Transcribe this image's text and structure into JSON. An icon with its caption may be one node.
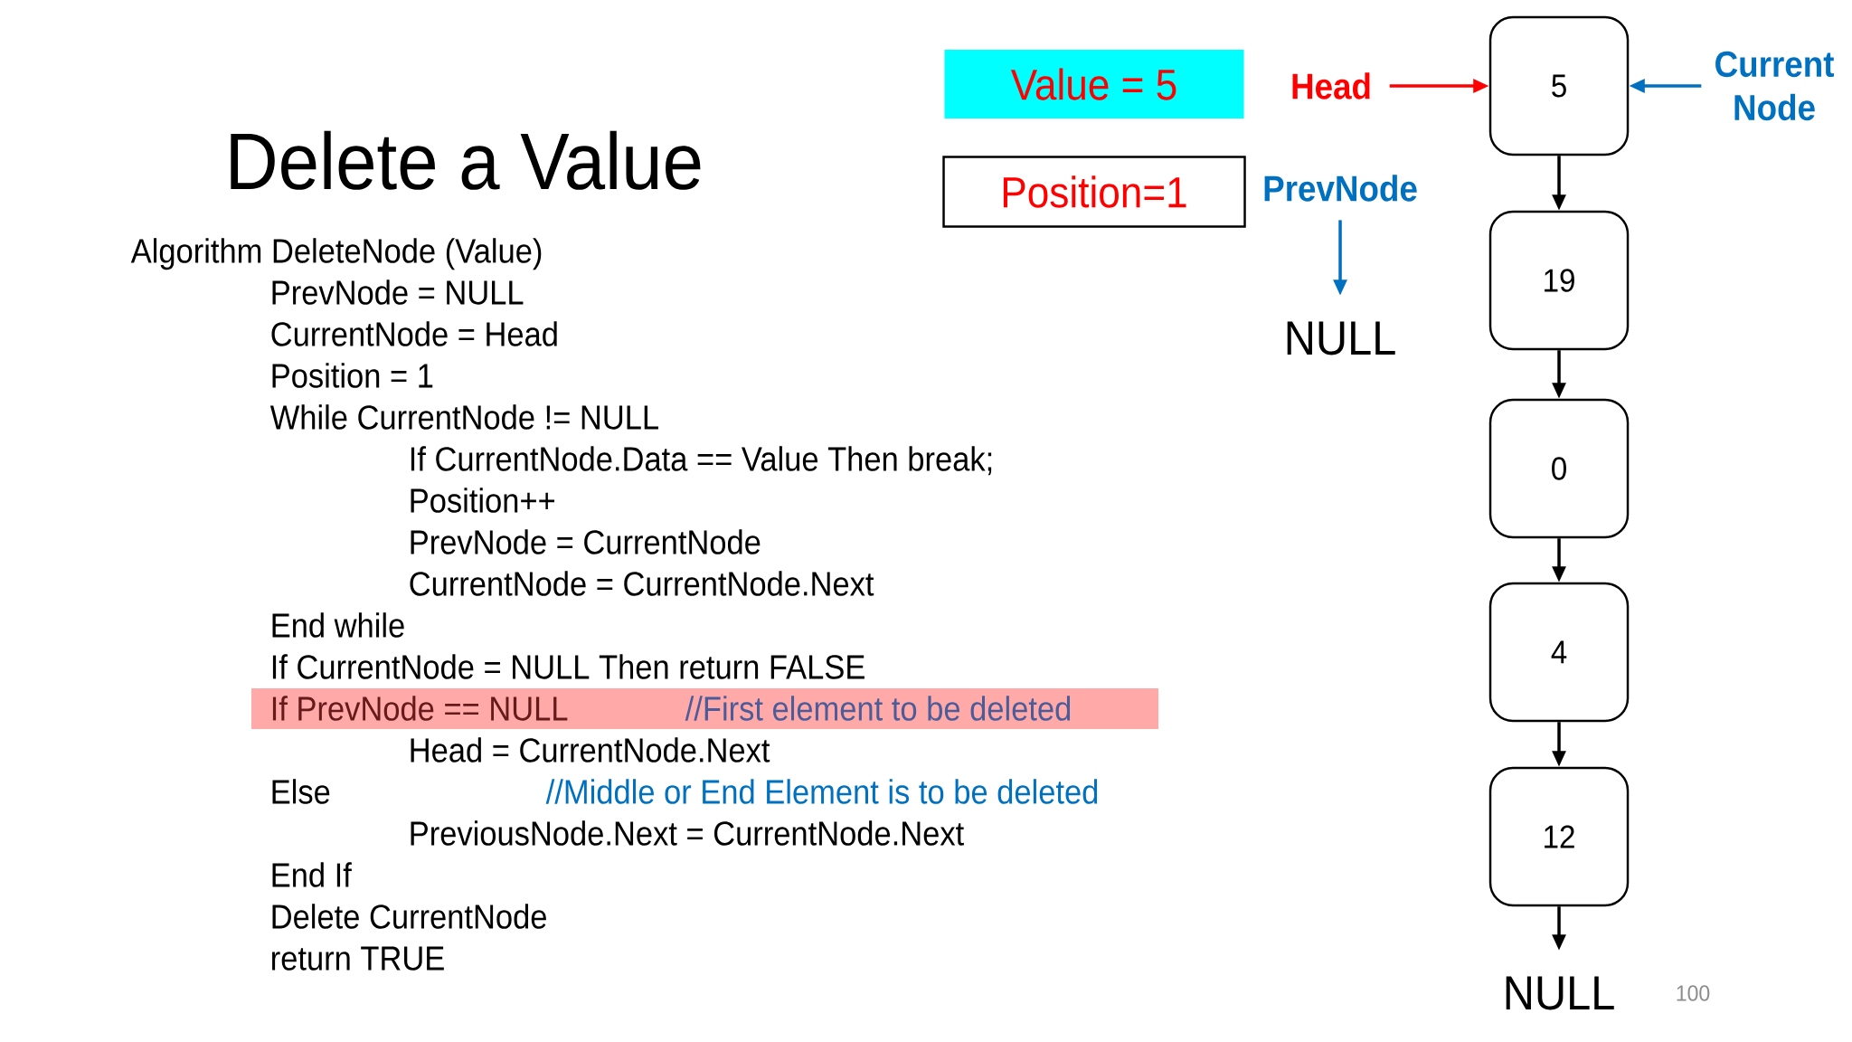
{
  "diagram": {
    "title": "Delete a Value",
    "nodes": [
      {
        "text": [
          "Value = 5"
        ]
      },
      {
        "text": [
          "Head"
        ]
      },
      {
        "text": [
          "5"
        ]
      },
      {
        "text": [
          "Current Node"
        ]
      },
      {
        "text": [
          "Position=1"
        ]
      },
      {
        "text": [
          "PrevNode"
        ]
      },
      {
        "text": [
          "19"
        ]
      },
      {
        "text": [
          "NULL"
        ]
      },
      {
        "text": [
          "0"
        ]
      },
      {
        "text": [
          "4"
        ]
      },
      {
        "text": [
          "If PrevNode == NULL",
          "//First element to be deleted"
        ]
      },
      {
        "text": [
          "12"
        ]
      },
      {
        "text": [
          "NULL"
        ]
      }
    ],
    "edges": [
      {
        "from": 1,
        "to": 2,
        "arrow": "to",
        "color": "#ff0000"
      },
      {
        "from": 3,
        "to": 2,
        "arrow": "to",
        "color": "#0070c0"
      },
      {
        "from": 5,
        "to": 7,
        "arrow": "to",
        "color": "#0070c0"
      },
      {
        "from": 2,
        "to": 6,
        "arrow": "to"
      },
      {
        "from": 6,
        "to": 8,
        "arrow": "to"
      },
      {
        "from": 8,
        "to": 9,
        "arrow": "to"
      },
      {
        "from": 9,
        "to": 11,
        "arrow": "to"
      },
      {
        "from": 11,
        "to": 12,
        "arrow": "to"
      }
    ],
    "labels": [
      "Algorithm DeleteNode (Value)",
      "PrevNode = NULL",
      "CurrentNode = Head",
      "Position = 1",
      "While CurrentNode != NULL",
      "If CurrentNode.Data == Value Then break;",
      "Position++",
      "PrevNode = CurrentNode",
      "CurrentNode = CurrentNode.Next",
      "End while",
      "If CurrentNode = NULL Then return FALSE",
      "Head = CurrentNode.Next",
      "Else",
      "//Middle or End Element is to be deleted",
      "PreviousNode.Next = CurrentNode.Next",
      "End If",
      "Delete CurrentNode",
      "return TRUE",
      "100"
    ]
  }
}
